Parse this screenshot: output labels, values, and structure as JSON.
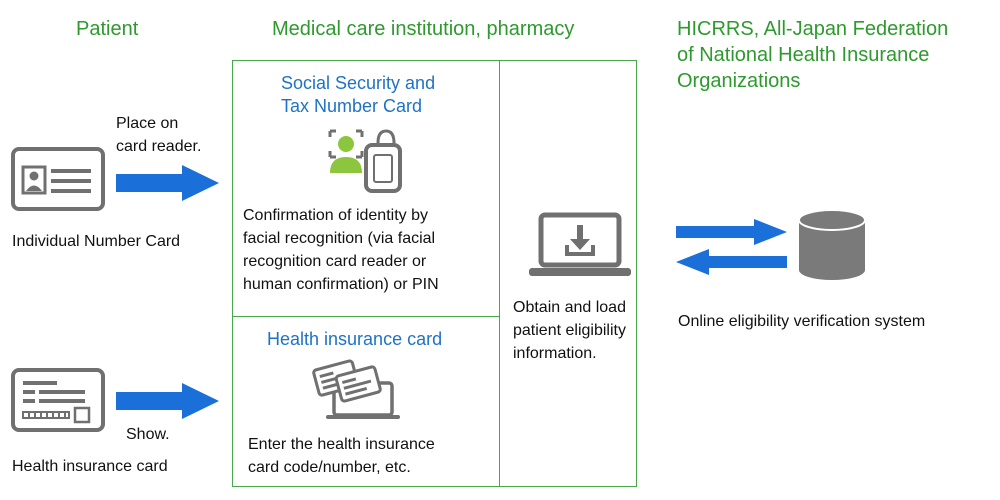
{
  "headers": {
    "patient": "Patient",
    "institution": "Medical care institution, pharmacy",
    "hicrrs_line1": "HICRRS, All-Japan Federation",
    "hicrrs_line2": "of National Health Insurance",
    "hicrrs_line3": "Organizations"
  },
  "patient": {
    "card1_action_line1": "Place on",
    "card1_action_line2": "card reader.",
    "card1_label": "Individual Number Card",
    "card2_action": "Show.",
    "card2_label": "Health insurance card"
  },
  "institution": {
    "top_title_line1": "Social Security and",
    "top_title_line2": "Tax Number Card",
    "top_desc_line1": "Confirmation of identity by",
    "top_desc_line2": "facial recognition (via facial",
    "top_desc_line3": "recognition card reader or",
    "top_desc_line4": "human confirmation) or PIN",
    "bottom_title": "Health insurance card",
    "bottom_desc_line1": "Enter the health insurance",
    "bottom_desc_line2": "card code/number, etc.",
    "right_desc_line1": "Obtain and load",
    "right_desc_line2": "patient eligibility",
    "right_desc_line3": "information."
  },
  "system": {
    "label": "Online eligibility verification system"
  },
  "colors": {
    "heading_green": "#2e9a2e",
    "box_border_green": "#49a84b",
    "title_blue": "#1f72c6",
    "arrow_blue": "#1a6fd8",
    "icon_gray": "#707070",
    "face_green": "#8cc63f"
  },
  "icons": {
    "individual_card": "id-card-icon",
    "insurance_card": "insurance-card-icon",
    "face_reader": "face-recognition-reader-icon",
    "laptop_card": "laptop-card-input-icon",
    "laptop_download": "laptop-download-icon",
    "database": "database-icon"
  }
}
